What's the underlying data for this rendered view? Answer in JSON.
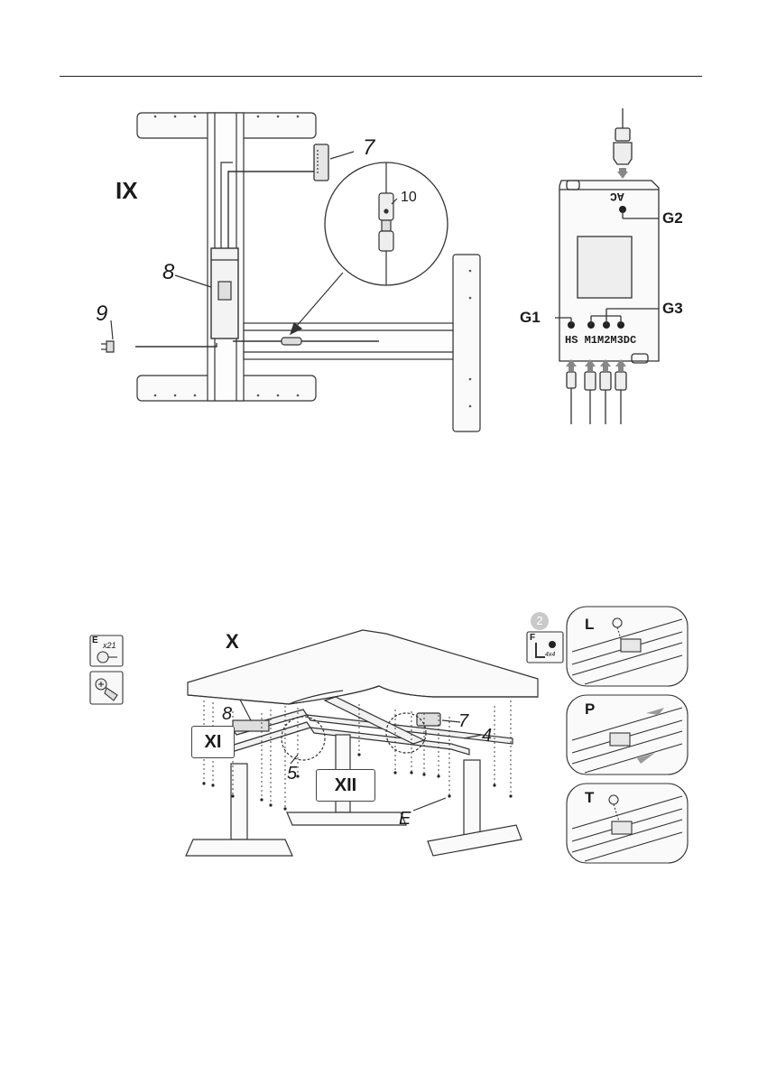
{
  "step_ix": {
    "title": "IX",
    "callouts": {
      "c7": "7",
      "c8": "8",
      "c9": "9",
      "c10": "10"
    },
    "control_box": {
      "ac_label": "AC",
      "ports_label": "HS M1M2M3DC",
      "g1": "G1",
      "g2": "G2",
      "g3": "G3"
    }
  },
  "step_x": {
    "title": "X",
    "callouts": {
      "c8": "8",
      "c7": "7",
      "c4": "4",
      "c5": "5",
      "cE": "E"
    },
    "detail_xi": "XI",
    "detail_xii": "XII",
    "part_e": {
      "letter": "E",
      "qty": "x21"
    },
    "tool_step": "2",
    "part_f": {
      "letter": "F",
      "size": "4x4"
    },
    "insets": {
      "l": "L",
      "p": "P",
      "t": "T"
    }
  }
}
